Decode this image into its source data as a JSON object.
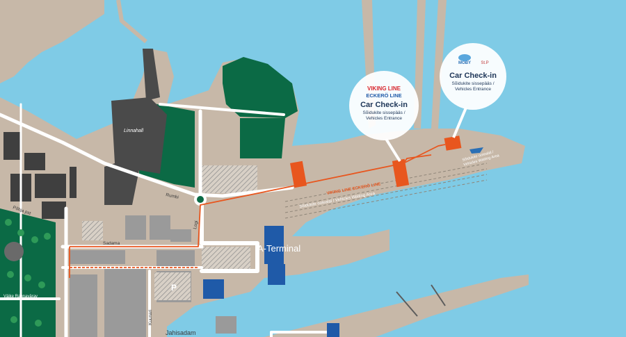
{
  "map": {
    "colors": {
      "water": "#7fcbe6",
      "land": "#c7b8a8",
      "park": "#0b6a45",
      "building": "#4a4a4a",
      "road": "#ffffff",
      "route": "#e8561e",
      "ferry_orange": "#e8561e",
      "ferry_blue": "#1f5aa8"
    },
    "labels": {
      "linnahall": "Linnahall",
      "rumbi": "Rumbi",
      "logi": "Logi",
      "sadama": "Sadama",
      "pohja": "Põhja pst",
      "kuunari": "Kuunari",
      "vaike_rannavarav": "Väike Rannavärav",
      "jahisadam": "Jahisadam",
      "a_terminal": "A-Terminal",
      "parking": "P"
    },
    "callouts": {
      "viking": {
        "brand1": "VIKING LINE",
        "brand2": "ECKERÖ LINE",
        "title": "Car Check-in",
        "line1": "Sõidukite sissepääs /",
        "line2": "Vehicles Entrance"
      },
      "moby": {
        "brand1": "MOBY",
        "brand2": "St.P",
        "title": "Car Check-in",
        "line1": "Sõidukite sissepääs /",
        "line2": "Vehicles Entrance"
      }
    },
    "waiting_areas": {
      "viking": "VIKING LINE ECKERÖ LINE",
      "viking_line2": "Sõidukite ootealal / Vehicles Waiting Area",
      "moby_line1": "Sõidukite ootealal /",
      "moby_line2": "Vehicles Waiting Area"
    }
  }
}
